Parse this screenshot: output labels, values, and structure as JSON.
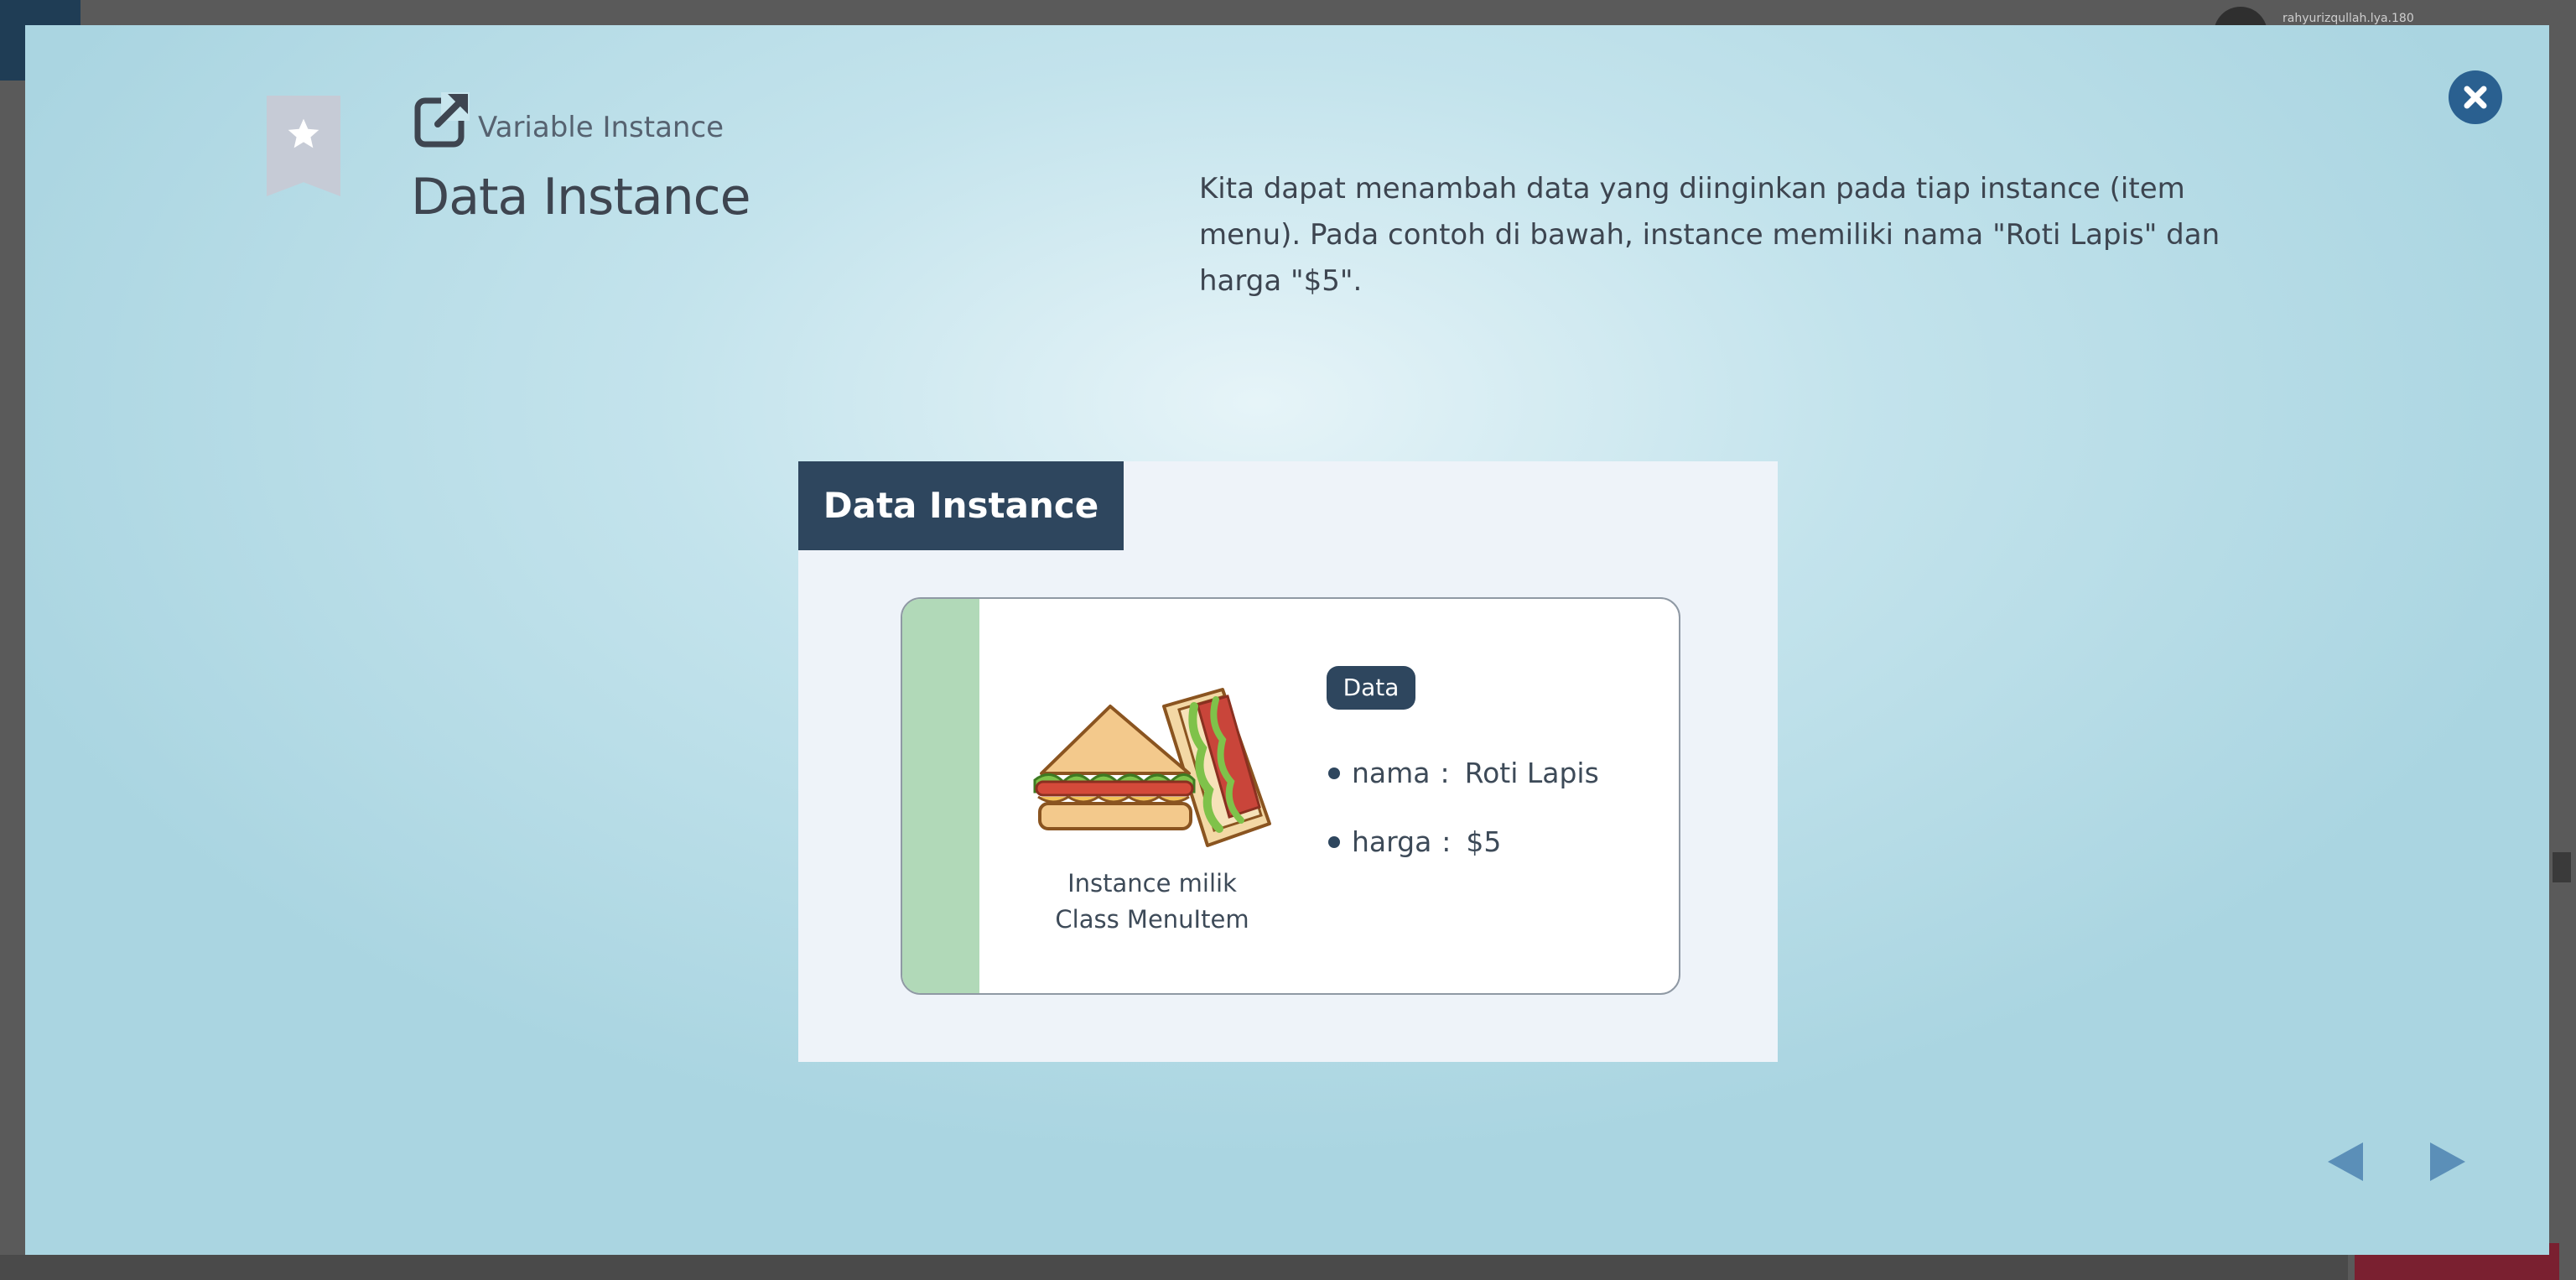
{
  "background": {
    "username": "rahyurizqullah.lya.180"
  },
  "slide": {
    "subtitle": "Variable Instance",
    "title": "Data Instance",
    "description": "Kita dapat menambah data yang diinginkan pada tiap instance (item menu). Pada contoh di bawah, instance memiliki nama \"Roti Lapis\" dan harga \"$5\"."
  },
  "figure": {
    "header": "Data Instance",
    "instance_label_line1": "Instance milik",
    "instance_label_line2": "Class MenuItem",
    "data_badge": "Data",
    "rows": [
      {
        "key": "nama",
        "sep": ":",
        "value": "Roti Lapis"
      },
      {
        "key": "harga",
        "sep": ":",
        "value": "$5"
      }
    ]
  },
  "icons": {
    "bookmark": "bookmark-star-icon",
    "external_link": "external-link-icon",
    "close": "close-icon",
    "prev": "previous-arrow-icon",
    "next": "next-arrow-icon",
    "illustration": "sandwich-icon"
  },
  "colors": {
    "accent_dark": "#2e465e",
    "close_button": "#2a6090",
    "nav_arrow": "#5b8fb8",
    "card_stripe": "#b1d9b8"
  }
}
